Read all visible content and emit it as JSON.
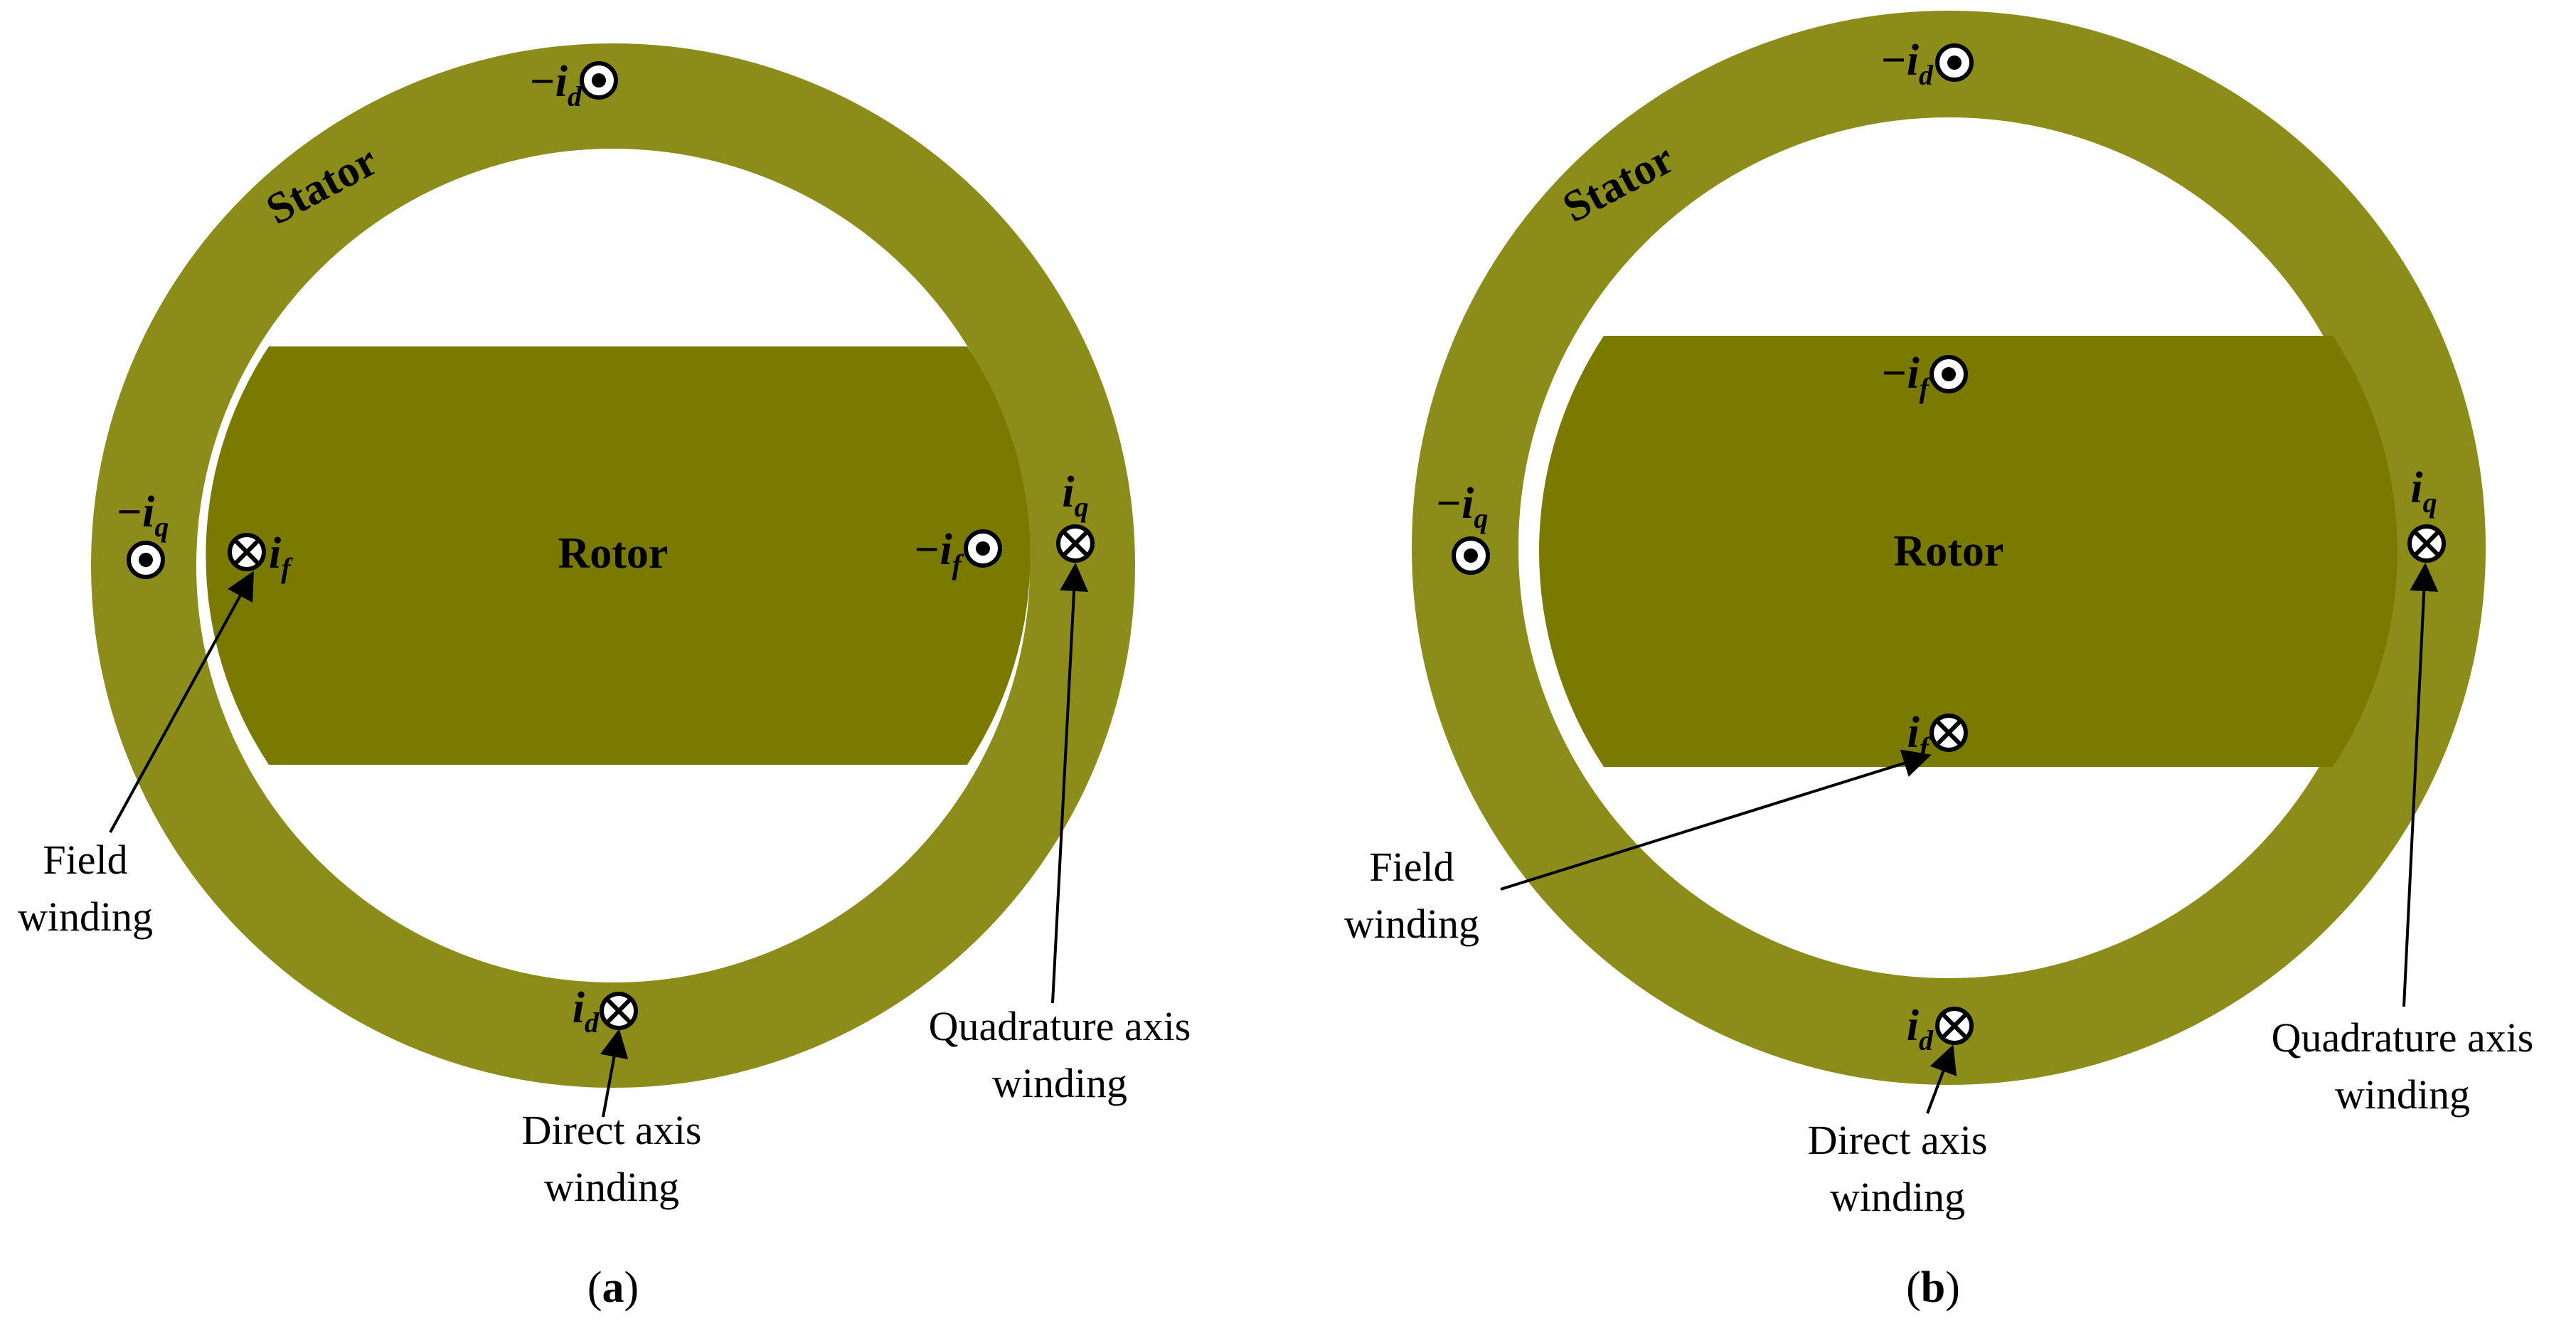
{
  "colors": {
    "stator": "#8C8C1A",
    "rotor": "#7A7A00",
    "stroke": "#000000",
    "background": "#FFFFFF"
  },
  "icons": {
    "dot": "current-out-of-page-icon",
    "cross": "current-into-page-icon"
  },
  "panels": [
    {
      "id": "a",
      "stator_label": "Stator",
      "rotor_label": "Rotor",
      "caption_letter": "a",
      "currents": {
        "neg_id": {
          "sign": "−",
          "var": "i",
          "sub": "d",
          "symbol": "dot"
        },
        "pos_id": {
          "sign": "",
          "var": "i",
          "sub": "d",
          "symbol": "cross"
        },
        "neg_iq": {
          "sign": "−",
          "var": "i",
          "sub": "q",
          "symbol": "dot"
        },
        "pos_iq": {
          "sign": "",
          "var": "i",
          "sub": "q",
          "symbol": "cross"
        },
        "pos_if": {
          "sign": "",
          "var": "i",
          "sub": "f",
          "symbol": "cross"
        },
        "neg_if": {
          "sign": "−",
          "var": "i",
          "sub": "f",
          "symbol": "dot"
        }
      },
      "annotations": {
        "field_1": "Field",
        "field_2": "winding",
        "direct_1": "Direct axis",
        "direct_2": "winding",
        "quad_1": "Quadrature axis",
        "quad_2": "winding"
      }
    },
    {
      "id": "b",
      "stator_label": "Stator",
      "rotor_label": "Rotor",
      "caption_letter": "b",
      "currents": {
        "neg_id": {
          "sign": "−",
          "var": "i",
          "sub": "d",
          "symbol": "dot"
        },
        "pos_id": {
          "sign": "",
          "var": "i",
          "sub": "d",
          "symbol": "cross"
        },
        "neg_iq": {
          "sign": "−",
          "var": "i",
          "sub": "q",
          "symbol": "dot"
        },
        "pos_iq": {
          "sign": "",
          "var": "i",
          "sub": "q",
          "symbol": "cross"
        },
        "neg_if": {
          "sign": "−",
          "var": "i",
          "sub": "f",
          "symbol": "dot"
        },
        "pos_if": {
          "sign": "",
          "var": "i",
          "sub": "f",
          "symbol": "cross"
        }
      },
      "annotations": {
        "field_1": "Field",
        "field_2": "winding",
        "direct_1": "Direct axis",
        "direct_2": "winding",
        "quad_1": "Quadrature axis",
        "quad_2": "winding"
      }
    }
  ]
}
